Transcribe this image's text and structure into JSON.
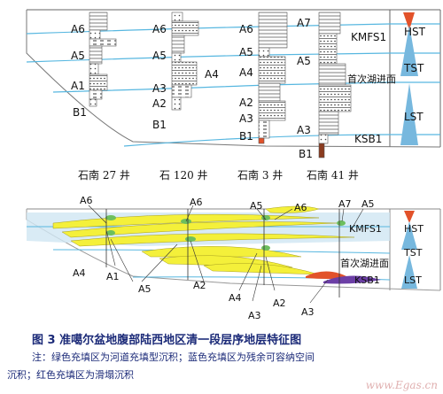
{
  "top_panel": {
    "units": [
      "A6",
      "A5",
      "A4",
      "A3",
      "A2",
      "A1",
      "B1",
      "A7"
    ],
    "surfaces": {
      "kmfs": "KMFS1",
      "ksb": "KSB1"
    },
    "tracts": [
      "HST",
      "TST",
      "LST"
    ],
    "first_flooding": "首次湖进面",
    "wells": [
      "石南 27 井",
      "石 120 井",
      "石南 3 井",
      "石南 41 井"
    ]
  },
  "bottom_panel": {
    "labels": [
      "A6",
      "A6",
      "A5",
      "A6",
      "A7",
      "A5",
      "A4",
      "A1",
      "A5",
      "A2",
      "A4",
      "A3",
      "A2",
      "A3"
    ],
    "surfaces": {
      "kmfs": "KMFS1",
      "ksb": "KSB1"
    },
    "tracts": [
      "HST",
      "TST",
      "LST"
    ],
    "first_flooding": "首次湖进面"
  },
  "caption": {
    "title": "图 3   准噶尔盆地腹部陆西地区清一段层序地层特征图",
    "note_line1": "注：绿色充填区为河道充填型沉积；蓝色充填区为残余可容纳空间",
    "note_line2": "沉积；红色充填区为滑塌沉积"
  },
  "watermark": "www.Egas.cn",
  "colors": {
    "surface_line": "#57b7e0",
    "red_fill": "#e2522a",
    "blue_fill": "#77b8de",
    "yellow_fill": "#f4f03a",
    "green_fill": "#6dbf5d",
    "purple_fill": "#6c3fa6",
    "caption_text": "#1b2a78"
  }
}
